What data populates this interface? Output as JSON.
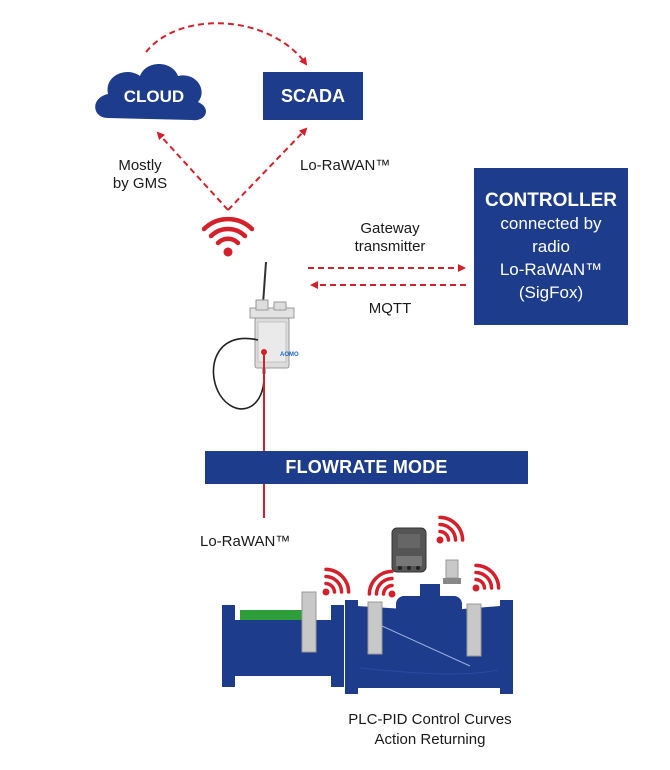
{
  "cloud": {
    "label": "CLOUD"
  },
  "scada": {
    "label": "SCADA"
  },
  "left_link_label": [
    "Mostly",
    "by GMS"
  ],
  "right_link_label": "Lo-RaWAN™",
  "controller": {
    "title": "CONTROLLER",
    "lines": [
      "connected by",
      "radio",
      "Lo-RaWAN™",
      "(SigFox)"
    ]
  },
  "gateway_label": [
    "Gateway",
    "transmitter"
  ],
  "mqtt_label": "MQTT",
  "device_logo": "AOMO",
  "flowrate_mode": {
    "label": "FLOWRATE MODE"
  },
  "bottom_link_label": "Lo-RaWAN™",
  "caption": [
    "PLC-PID Control Curves",
    "Action Returning"
  ],
  "colors": {
    "navy": "#1e3c8c",
    "red": "#d4202a",
    "green": "#2e9e3a",
    "grey": "#c8c8c8"
  }
}
